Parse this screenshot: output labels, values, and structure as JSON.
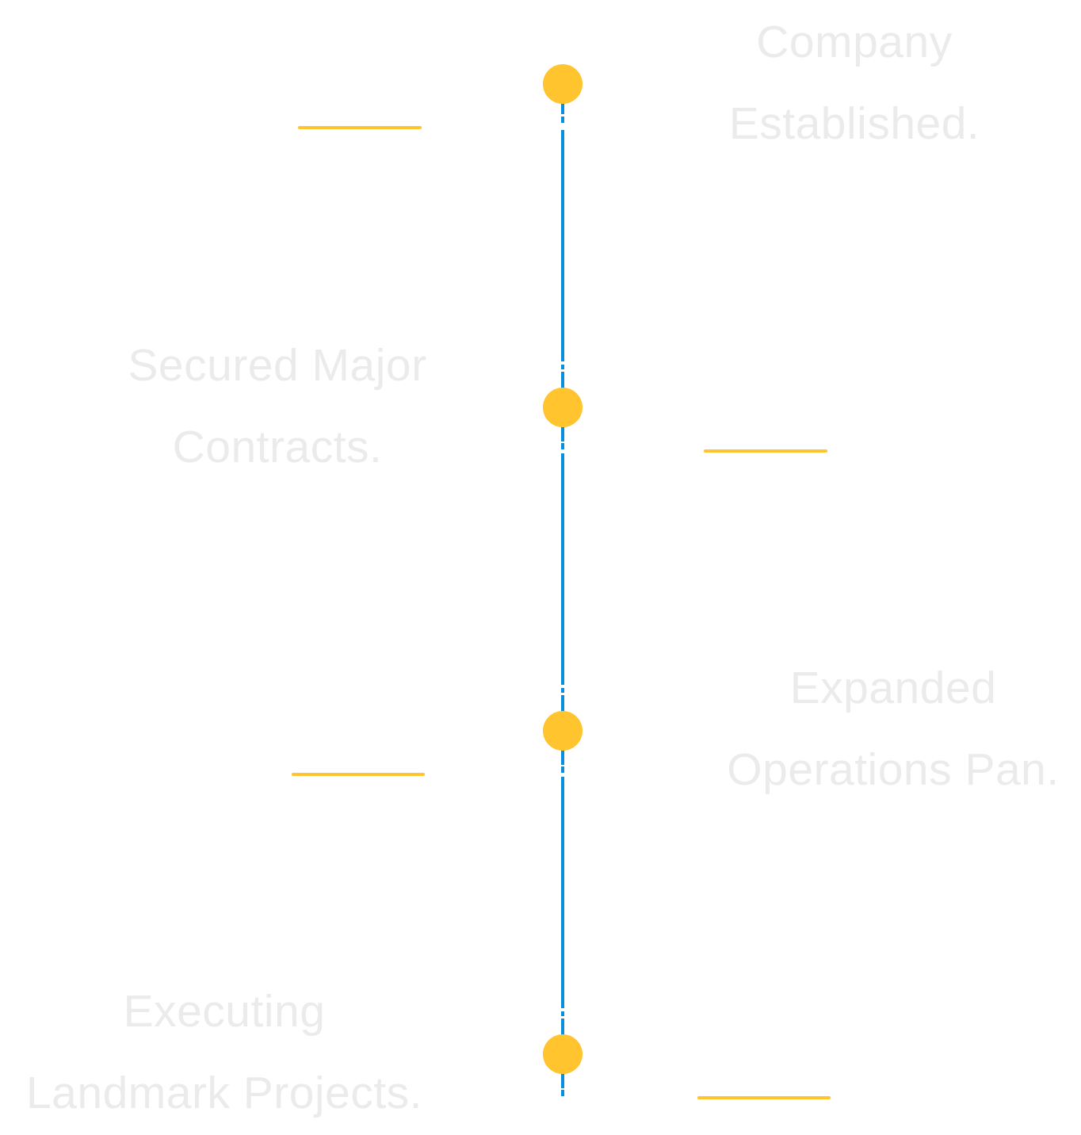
{
  "timeline": {
    "colors": {
      "axis": "#0a8fdc",
      "marker": "#ffc42e",
      "text": "#ebebeb",
      "background": "#ffffff"
    },
    "milestones": [
      {
        "side": "right",
        "line1": "Company",
        "line2": "Established."
      },
      {
        "side": "left",
        "line1": "Secured Major",
        "line2": "Contracts."
      },
      {
        "side": "right",
        "line1": "Expanded",
        "line2": "Operations Pan."
      },
      {
        "side": "left",
        "line1": "Executing",
        "line2": "Landmark Projects."
      }
    ]
  }
}
